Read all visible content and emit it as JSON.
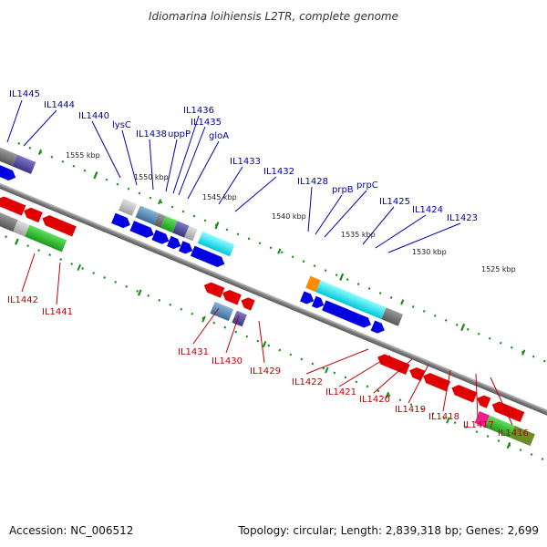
{
  "title": "Idiomarina loihiensis L2TR, complete genome",
  "footer": {
    "accession": "Accession: NC_006512",
    "stats": "Topology: circular; Length: 2,839,318 bp; Genes: 2,699"
  },
  "scale_labels": [
    "1555 kbp",
    "1550 kbp",
    "1545 kbp",
    "1540 kbp",
    "1535 kbp",
    "1530 kbp",
    "1525 kbp"
  ],
  "genes_top": [
    "IL1445",
    "IL1444",
    "IL1440",
    "lysC",
    "IL1438",
    "uppP",
    "IL1436",
    "IL1435",
    "gloA",
    "IL1433",
    "IL1432",
    "IL1428",
    "prpB",
    "prpC",
    "IL1425",
    "IL1424",
    "IL1423"
  ],
  "genes_bottom": [
    "IL1442",
    "IL1441",
    "IL1431",
    "IL1430",
    "IL1429",
    "IL1422",
    "IL1421",
    "IL1420",
    "IL1419",
    "IL1418",
    "IL1417",
    "IL1416"
  ],
  "colors": {
    "forward_arrow": "#0000e0",
    "reverse_arrow": "#e00000",
    "backbone": "#808080",
    "blue_label": "#0000b0",
    "red_label": "#c00000",
    "tick": "#1a8a1a"
  }
}
